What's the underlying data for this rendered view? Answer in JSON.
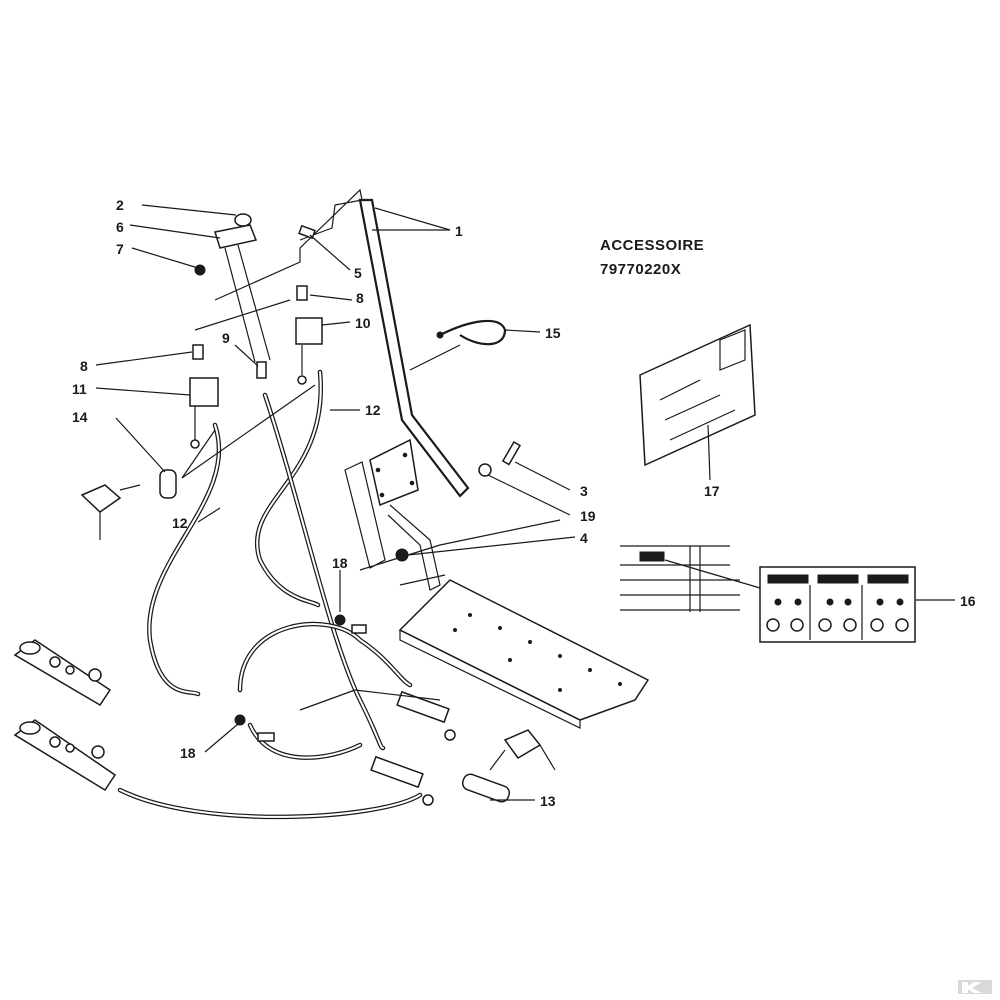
{
  "accessory": {
    "title": "ACCESSOIRE",
    "code": "79770220X"
  },
  "callouts": [
    "1",
    "2",
    "3",
    "4",
    "5",
    "6",
    "7",
    "8",
    "8",
    "9",
    "10",
    "11",
    "12",
    "12",
    "13",
    "14",
    "15",
    "16",
    "17",
    "18",
    "18",
    "19"
  ],
  "icon": "brand-logo-icon"
}
